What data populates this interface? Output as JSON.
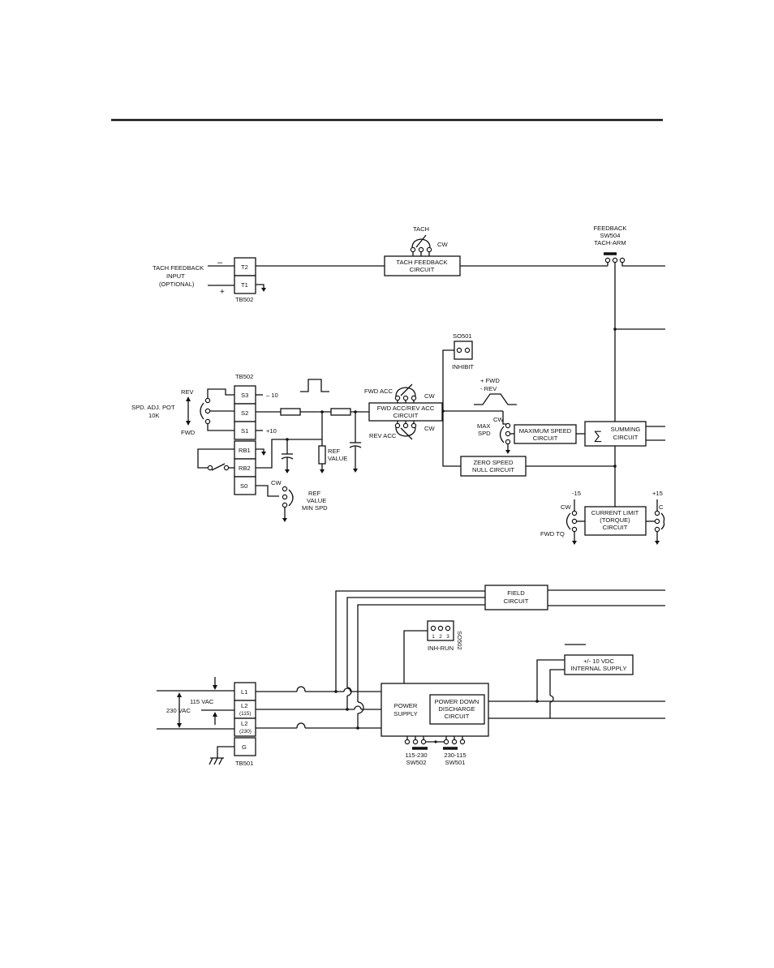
{
  "tach": {
    "pot_label": "TACH",
    "pot_cw": "CW",
    "circuit_line1": "TACH FEEDBACK",
    "circuit_line2": "CIRCUIT",
    "input_line1": "TACH FEEDBACK",
    "input_line2": "INPUT",
    "input_line3": "(OPTIONAL)",
    "minus": "–",
    "plus": "+",
    "t2": "T2",
    "t1": "T1",
    "tb": "TB502"
  },
  "feedback": {
    "line1": "FEEDBACK",
    "line2": "SW504",
    "line3": "TACH-ARM"
  },
  "inhibit": {
    "socket": "SO501",
    "label": "INHIBIT"
  },
  "speed_input": {
    "tb": "TB502",
    "pot_line1": "SPD. ADJ. POT",
    "pot_line2": "10K",
    "rev": "REV",
    "fwd": "FWD",
    "s3": "S3",
    "s2": "S2",
    "s1": "S1",
    "rb1": "RB1",
    "rb2": "RB2",
    "s0": "S0",
    "minus10": "– 10",
    "plus10": "+10",
    "ref_value_line1": "REF",
    "ref_value_line2": "VALUE",
    "min_spd_cw": "CW",
    "min_spd_line1": "REF",
    "min_spd_line2": "VALUE",
    "min_spd_line3": "MIN SPD"
  },
  "accel": {
    "fwd_acc": "FWD ACC",
    "rev_acc": "REV ACC",
    "cw_top": "CW",
    "cw_bottom": "CW",
    "box_line1": "FWD ACC/REV ACC",
    "box_line2": "CIRCUIT",
    "fwd_note": "+ FWD",
    "rev_note": "- REV"
  },
  "max_speed": {
    "cw": "CW",
    "pot_line1": "MAX",
    "pot_line2": "SPD",
    "box_line1": "MAXIMUM SPEED",
    "box_line2": "CIRCUIT"
  },
  "summing": {
    "symbol": "∑",
    "line1": "SUMMING",
    "line2": "CIRCUIT"
  },
  "zero_speed": {
    "line1": "ZERO SPEED",
    "line2": "NULL CIRCUIT"
  },
  "current_limit": {
    "minus15": "-15",
    "plus15": "+15",
    "cw": "CW",
    "c_cut": "C",
    "line1": "CURRENT LIMIT",
    "line2": "(TORQUE)",
    "line3": "CIRCUIT",
    "fwd_tq": "FWD TQ"
  },
  "field": {
    "line1": "FIELD",
    "line2": "CIRCUIT"
  },
  "inh_run": {
    "pin1": "1",
    "pin2": "2",
    "pin3": "3",
    "label": "INH-RUN",
    "socket": "SO502"
  },
  "internal_supply": {
    "line1": "+/- 10 VDC",
    "line2": "INTERNAL SUPPLY"
  },
  "power": {
    "supply_line1": "POWER",
    "supply_line2": "SUPPLY",
    "discharge_line1": "POWER DOWN",
    "discharge_line2": "DISCHARGE",
    "discharge_line3": "CIRCUIT",
    "sw502_line1": "115-230",
    "sw502_line2": "SW502",
    "sw501_line1": "230-115",
    "sw501_line2": "SW501"
  },
  "line_input": {
    "v115": "115 VAC",
    "v230": "230 VAC",
    "l1": "L1",
    "l2a": "L2",
    "l2a_sub": "(115)",
    "l2b": "L2",
    "l2b_sub": "(230)",
    "g": "G",
    "tb": "TB501"
  }
}
